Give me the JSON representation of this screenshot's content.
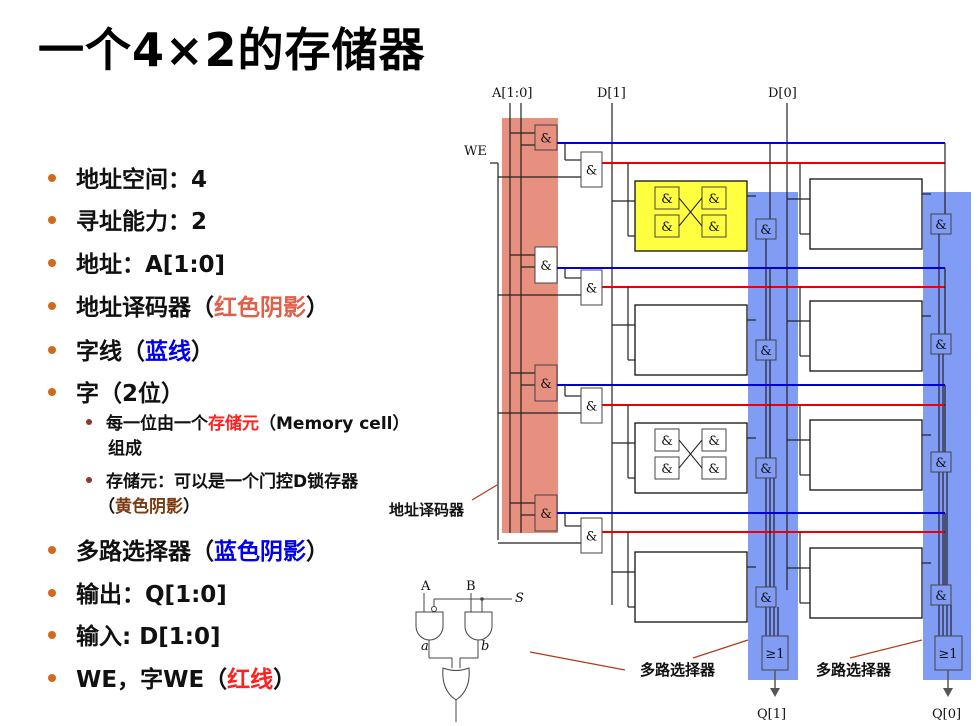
{
  "title": "一个4×2的存储器",
  "bullets": [
    {
      "text": "地址空间：4"
    },
    {
      "text": "寻址能力：2"
    },
    {
      "text": "地址：A[1:0]"
    },
    {
      "pre": "地址译码器（",
      "hl": "红色阴影",
      "post": "）"
    },
    {
      "pre": "字线（",
      "hl": "蓝线",
      "post": "）"
    },
    {
      "text": "字（2位）"
    },
    {
      "pre": "多路选择器（",
      "hl": "蓝色阴影",
      "post": "）"
    },
    {
      "text": "输出：Q[1:0]"
    },
    {
      "text": "输入: D[1:0]"
    },
    {
      "pre": "WE，字WE（",
      "hl": "红线",
      "post": "）"
    }
  ],
  "sub_bullets": [
    {
      "pre": "每一位由一个",
      "hl": "存储元",
      "post": "（Memory cell）",
      "line2": "组成"
    },
    {
      "pre": "存储元：可以是一个门控D锁存器",
      "line2_pre": "（",
      "hl": "黄色阴影",
      "line2_post": "）"
    }
  ],
  "diagram": {
    "a_label": "A[1:0]",
    "d1_label": "D[1]",
    "d0_label": "D[0]",
    "we_label": "WE",
    "and_symbol": "&",
    "or_symbol": "≥1",
    "q1_label": "Q[1]",
    "q0_label": "Q[0]",
    "decoder_label": "地址译码器",
    "mux_label_1": "多路选择器",
    "mux_label_2": "多路选择器",
    "mux_a": "A",
    "mux_b": "B",
    "mux_s": "S",
    "mux_wa": "a",
    "mux_wb": "b"
  },
  "colors": {
    "decoder_shade": "#e8907f",
    "mux_shade": "#809cf5",
    "cell_shade": "#ffff40",
    "word_line": "#0000dd",
    "we_line": "#ee0000"
  }
}
